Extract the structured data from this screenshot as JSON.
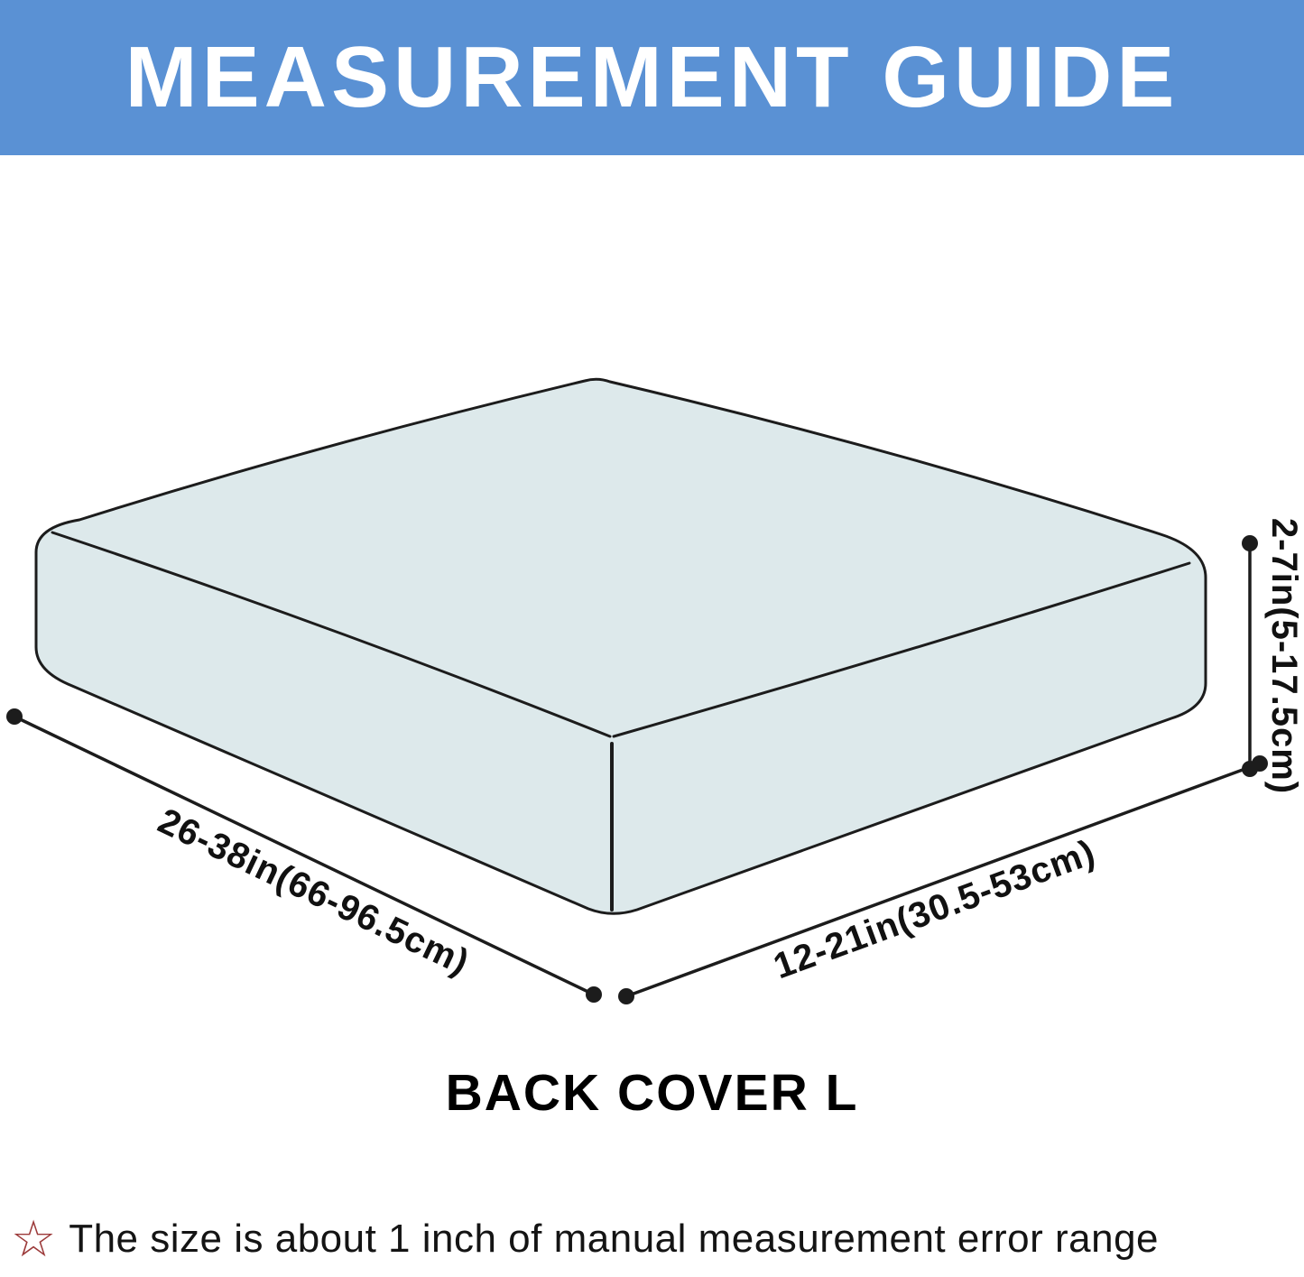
{
  "header": {
    "title": "MEASUREMENT GUIDE",
    "background_color": "#5a91d4",
    "text_color": "#ffffff"
  },
  "diagram": {
    "cushion_fill": "#dde9eb",
    "outline_color": "#1c1c1c",
    "dimensions": {
      "width_label": "26-38in(66-96.5cm)",
      "depth_label": "12-21in(30.5-53cm)",
      "height_label": "2-7in(5-17.5cm)"
    },
    "caption": "BACK COVER L"
  },
  "footer": {
    "star_icon": "star-outline-icon",
    "star_glyph": "☆",
    "star_color": "#9c3a3a",
    "note": "The size is about 1 inch of manual measurement error range"
  }
}
